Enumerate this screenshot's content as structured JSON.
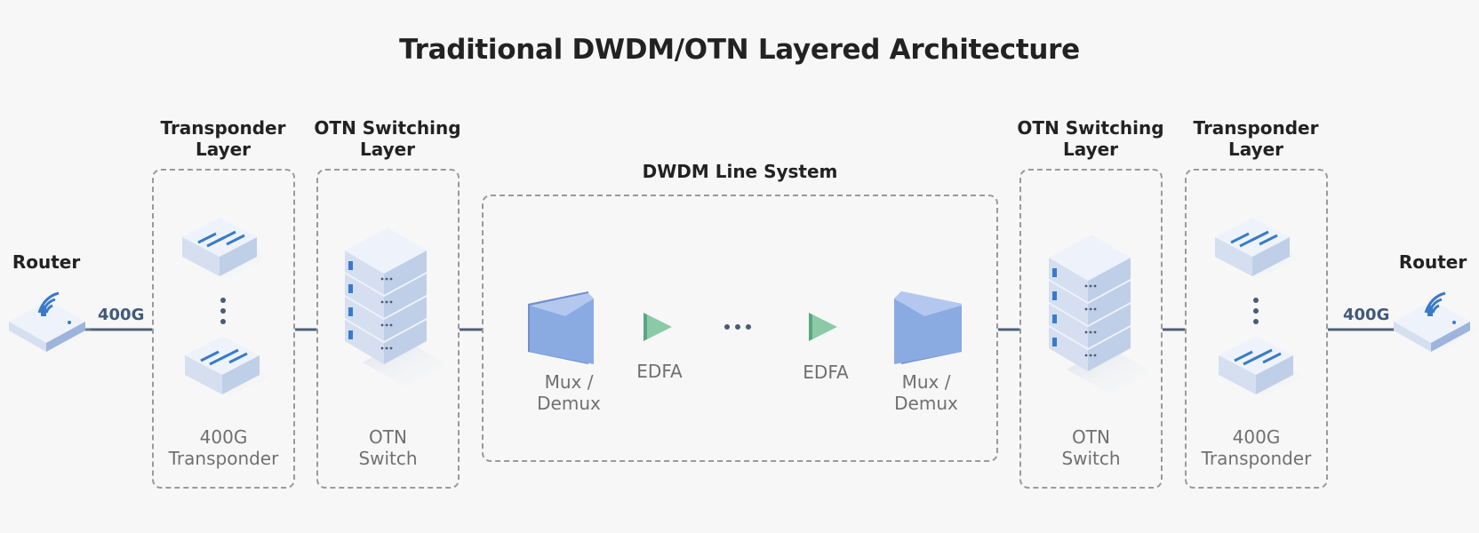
{
  "title": "Traditional DWDM/OTN Layered Architecture",
  "left": {
    "router_label": "Router",
    "link_speed": "400G",
    "transponder_layer": {
      "header_line1": "Transponder",
      "header_line2": "Layer",
      "label_line1": "400G",
      "label_line2": "Transponder"
    },
    "otn_layer": {
      "header_line1": "OTN Switching",
      "header_line2": "Layer",
      "label_line1": "OTN",
      "label_line2": "Switch"
    }
  },
  "dwdm": {
    "header": "DWDM Line System",
    "mux_left": {
      "line1": "Mux /",
      "line2": "Demux"
    },
    "edfa_left": "EDFA",
    "edfa_right": "EDFA",
    "mux_right": {
      "line1": "Mux /",
      "line2": "Demux"
    }
  },
  "right": {
    "router_label": "Router",
    "link_speed": "400G",
    "transponder_layer": {
      "header_line1": "Transponder",
      "header_line2": "Layer",
      "label_line1": "400G",
      "label_line2": "Transponder"
    },
    "otn_layer": {
      "header_line1": "OTN Switching",
      "header_line2": "Layer",
      "label_line1": "OTN",
      "label_line2": "Switch"
    }
  },
  "colors": {
    "line": "#50607a",
    "mux": "#8aaae2",
    "edfa": "#7ec19c",
    "device_top": "#eef3fb",
    "device_side": "#c9d6ec",
    "accent": "#3a7ac8"
  }
}
